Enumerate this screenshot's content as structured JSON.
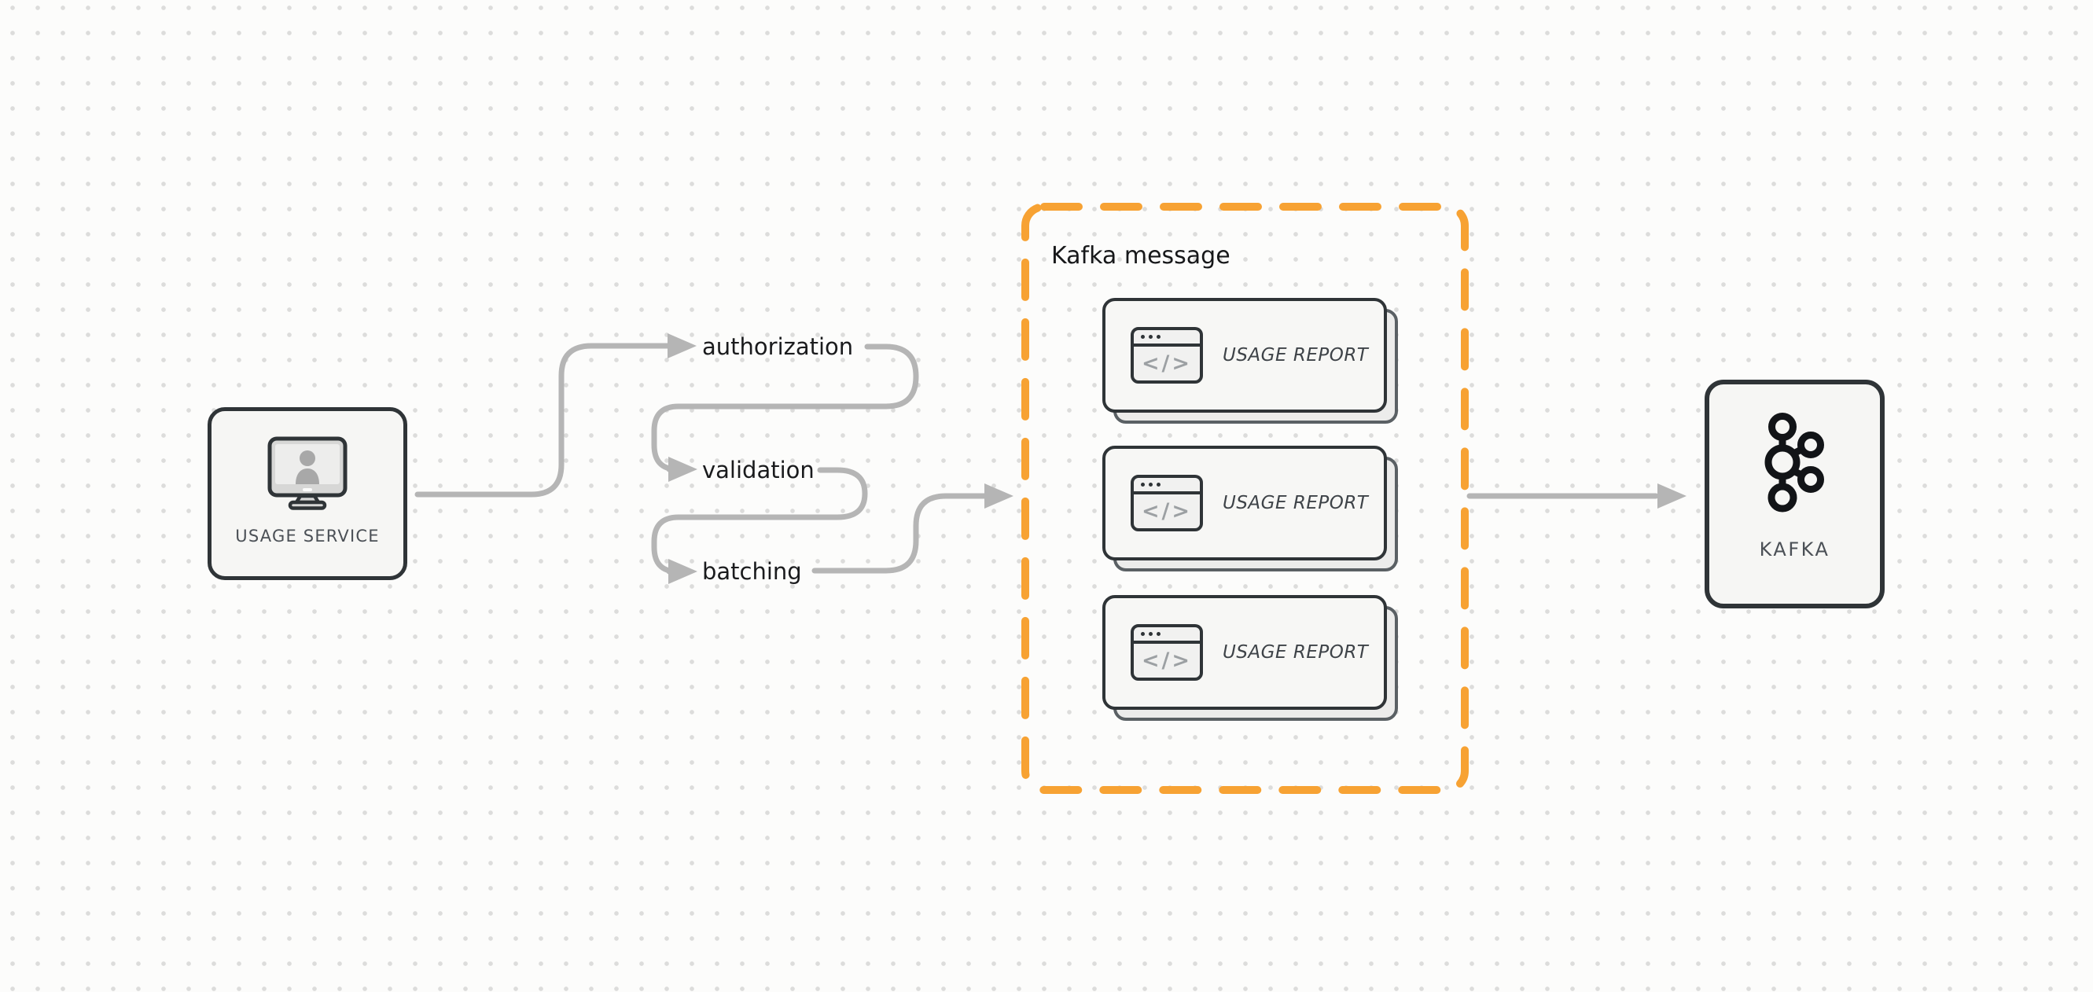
{
  "diagram": {
    "source_node": {
      "label": "USAGE SERVICE",
      "icon": "monitor-user-icon"
    },
    "steps": [
      {
        "label": "authorization"
      },
      {
        "label": "validation"
      },
      {
        "label": "batching"
      }
    ],
    "kafka_message_group": {
      "title": "Kafka message",
      "icon_glyph": "</>",
      "reports": [
        {
          "label": "USAGE REPORT"
        },
        {
          "label": "USAGE REPORT"
        },
        {
          "label": "USAGE REPORT"
        }
      ]
    },
    "sink_node": {
      "label": "KAFKA",
      "icon": "kafka-logo-icon"
    },
    "colors": {
      "accent_orange": "#F7A233",
      "connector_gray": "#B5B5B5",
      "outline_dark": "#2F3437"
    }
  }
}
